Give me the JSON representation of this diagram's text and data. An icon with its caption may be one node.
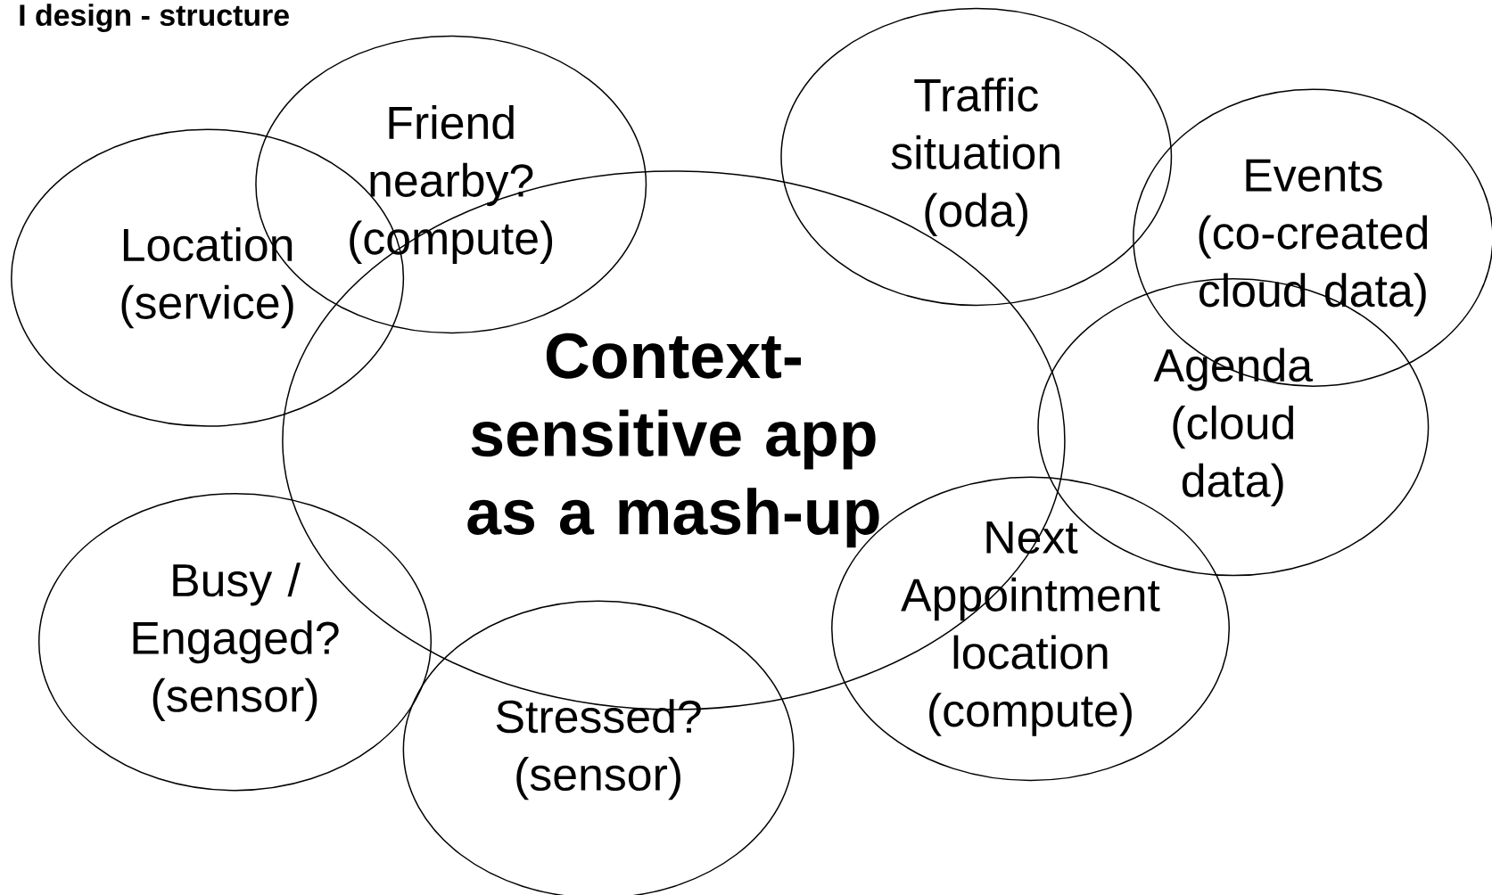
{
  "diagram": {
    "title": "I design - structure",
    "nodes": [
      {
        "text": [
          "Friend nearby? (compute)"
        ]
      },
      {
        "text": [
          "Traffic situation (oda)"
        ]
      },
      {
        "text": [
          "Events (co-created cloud data)"
        ]
      },
      {
        "text": [
          "Location (service)"
        ]
      },
      {
        "text": [
          "Context- sensitive app as a mash-up"
        ]
      },
      {
        "text": [
          "Agenda (cloud data)"
        ]
      },
      {
        "text": [
          "Busy / Engaged? (sensor)"
        ]
      },
      {
        "text": [
          "Next Appointment location (compute)"
        ]
      },
      {
        "text": [
          "Stressed? (sensor)"
        ]
      }
    ]
  }
}
